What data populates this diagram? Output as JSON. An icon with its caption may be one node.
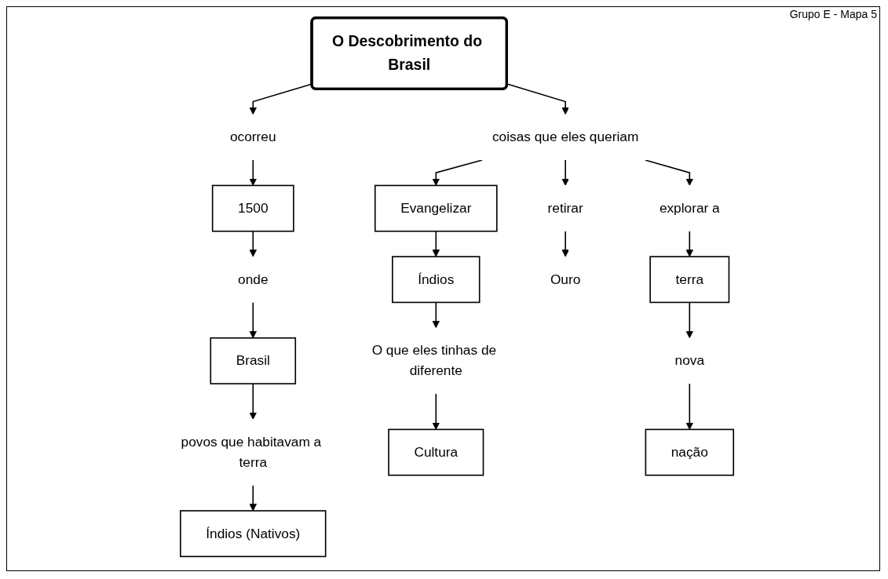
{
  "diagram": {
    "nodes": [
      {
        "text": [
          "O Descobrimento do Brasil"
        ]
      },
      {
        "text": [
          "ocorreu"
        ]
      },
      {
        "text": [
          "1500"
        ]
      },
      {
        "text": [
          "onde"
        ]
      },
      {
        "text": [
          "Brasil"
        ]
      },
      {
        "text": [
          "povos que habitavam a terra"
        ]
      },
      {
        "text": [
          "Índios (Nativos)"
        ]
      },
      {
        "text": [
          "coisas que eles queriam"
        ]
      },
      {
        "text": [
          "Evangelizar"
        ]
      },
      {
        "text": [
          "retirar"
        ]
      },
      {
        "text": [
          "explorar a"
        ]
      },
      {
        "text": [
          "Índios"
        ]
      },
      {
        "text": [
          "Ouro"
        ]
      },
      {
        "text": [
          "terra"
        ]
      },
      {
        "text": [
          "O que eles tinhas de diferente"
        ]
      },
      {
        "text": [
          "nova"
        ]
      },
      {
        "text": [
          "Cultura"
        ]
      },
      {
        "text": [
          "nação"
        ]
      }
    ],
    "edges": [
      {
        "from": 0,
        "to": 1,
        "arrow": "to"
      },
      {
        "from": 1,
        "to": 2,
        "arrow": "to"
      },
      {
        "from": 2,
        "to": 3,
        "arrow": "to"
      },
      {
        "from": 3,
        "to": 4,
        "arrow": "to"
      },
      {
        "from": 4,
        "to": 5,
        "arrow": "to"
      },
      {
        "from": 5,
        "to": 6,
        "arrow": "to"
      },
      {
        "from": 0,
        "to": 7,
        "arrow": "to"
      },
      {
        "from": 7,
        "to": 8,
        "arrow": "to"
      },
      {
        "from": 7,
        "to": 9,
        "arrow": "to"
      },
      {
        "from": 7,
        "to": 10,
        "arrow": "to"
      },
      {
        "from": 8,
        "to": 11,
        "arrow": "to"
      },
      {
        "from": 9,
        "to": 12,
        "arrow": "to"
      },
      {
        "from": 10,
        "to": 13,
        "arrow": "to"
      },
      {
        "from": 11,
        "to": 14,
        "arrow": "to"
      },
      {
        "from": 13,
        "to": 15,
        "arrow": "to"
      },
      {
        "from": 14,
        "to": 16,
        "arrow": "to"
      },
      {
        "from": 15,
        "to": 17,
        "arrow": "to"
      }
    ],
    "labels": [
      "Grupo E - Mapa 5"
    ]
  }
}
